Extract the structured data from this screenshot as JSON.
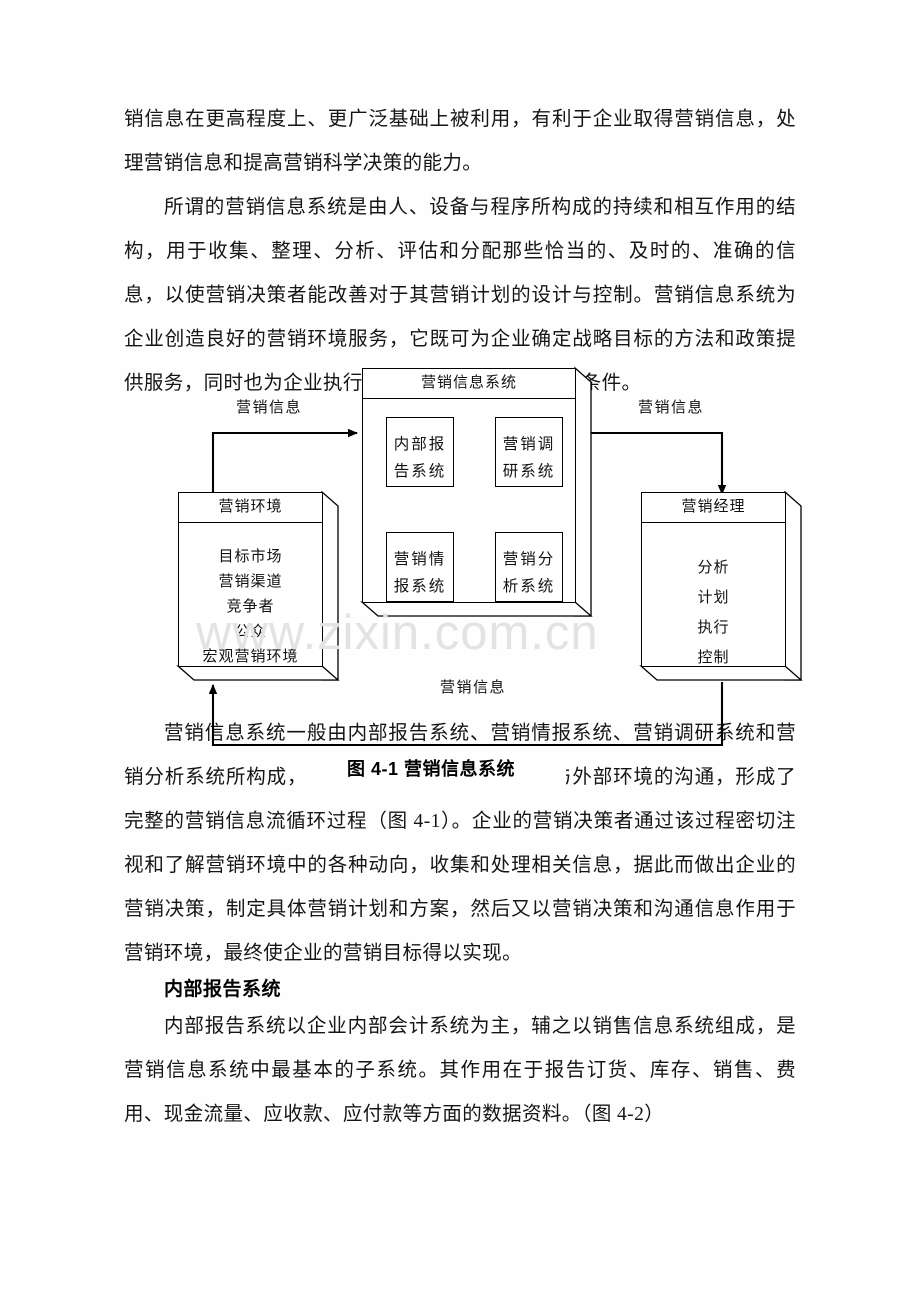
{
  "document": {
    "watermark": "www.zixin.com.cn",
    "paragraphs": [
      {
        "id": "p1",
        "text": "销信息在更高程度上、更广泛基础上被利用，有利于企业取得营销信息，处理营销信息和提高营销科学决策的能力。"
      },
      {
        "id": "p2",
        "text": "所谓的营销信息系统是由人、设备与程序所构成的持续和相互作用的结构，用于收集、整理、分析、评估和分配那些恰当的、及时的、准确的信息，以使营销决策者能改善对于其营销计划的设计与控制。营销信息系统为企业创造良好的营销环境服务，它既可为企业确定战略目标的方法和政策提供服务，同时也为企业执行和控制具体营销计划创造条件。"
      },
      {
        "id": "p3",
        "text": "营销信息系统一般由内部报告系统、营销情报系统、营销调研系统和营销分析系统所构成，它们各司其职共同完成企业与外部环境的沟通，形成了完整的营销信息流循环过程（图 4-1）。企业的营销决策者通过该过程密切注视和了解营销环境中的各种动向，收集和处理相关信息，据此而做出企业的营销决策，制定具体营销计划和方案，然后又以营销决策和沟通信息作用于营销环境，最终使企业的营销目标得以实现。"
      },
      {
        "id": "p4",
        "text": "内部报告系统以企业内部会计系统为主，辅之以销售信息系统组成，是营销信息系统中最基本的子系统。其作用在于报告订货、库存、销售、费用、现金流量、应收款、应付款等方面的数据资料。（图 4-2）"
      }
    ],
    "section_heading": "内部报告系统"
  },
  "figure": {
    "caption": "图 4-1  营销信息系统",
    "flow_labels": {
      "left": "营销信息",
      "right": "营销信息",
      "bottom": "营销信息"
    },
    "mis_box": {
      "title": "营销信息系统",
      "subsystems": [
        {
          "id": "internal-report",
          "line1": "内部报",
          "line2": "告系统"
        },
        {
          "id": "marketing-research",
          "line1": "营销调",
          "line2": "研系统"
        },
        {
          "id": "marketing-intelligence",
          "line1": "营销情",
          "line2": "报系统"
        },
        {
          "id": "marketing-analysis",
          "line1": "营销分",
          "line2": "析系统"
        }
      ]
    },
    "environment_box": {
      "title": "营销环境",
      "items": [
        "目标市场",
        "营销渠道",
        "竞争者",
        "公众",
        "宏观营销环境"
      ]
    },
    "manager_box": {
      "title": "营销经理",
      "items": [
        "分析",
        "计划",
        "执行",
        "控制"
      ]
    }
  },
  "colors": {
    "ink": "#141414",
    "line": "#000000",
    "paper": "#ffffff",
    "watermark": "#e3e3e3"
  }
}
